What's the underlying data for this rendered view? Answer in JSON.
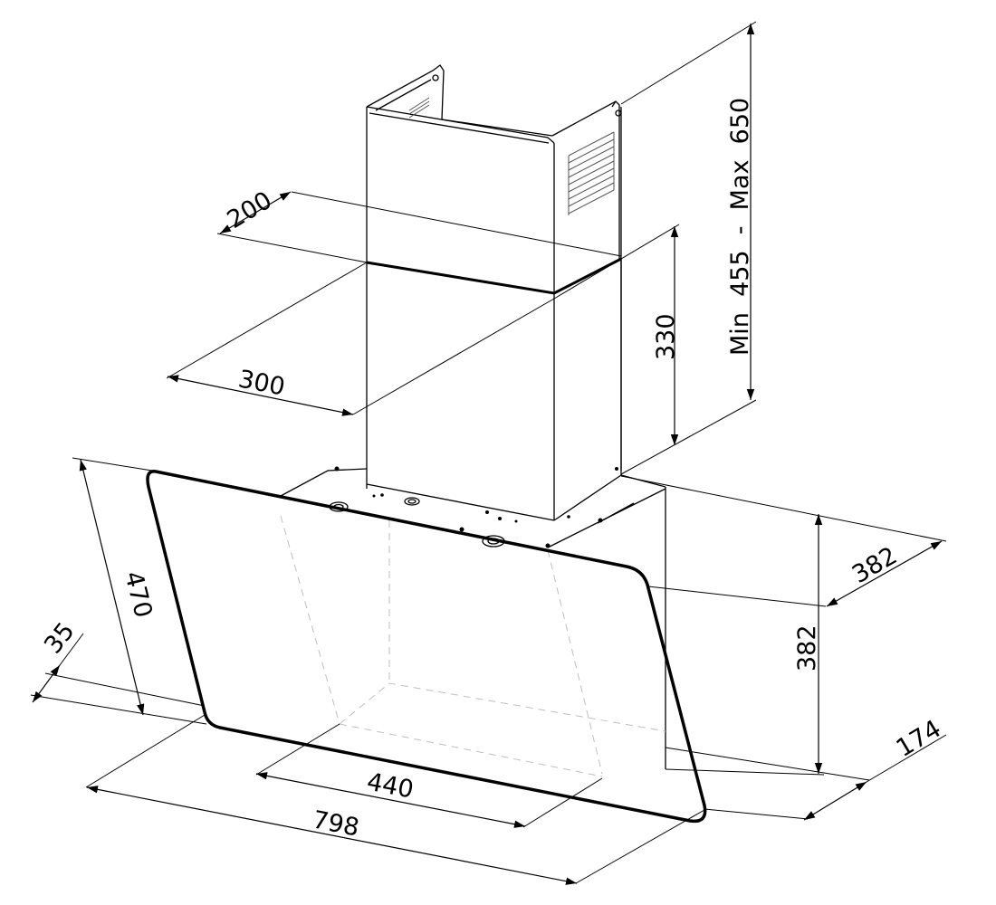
{
  "dimensions": {
    "chimney_height_range": "Min  455  -  Max  650",
    "chimney_upper_height": "330",
    "chimney_depth": "200",
    "chimney_width": "300",
    "body_depth": "382",
    "body_height": "382",
    "depth_bottom": "174",
    "glass_height": "470",
    "glass_offset": "35",
    "inner_width": "440",
    "overall_width": "798"
  }
}
